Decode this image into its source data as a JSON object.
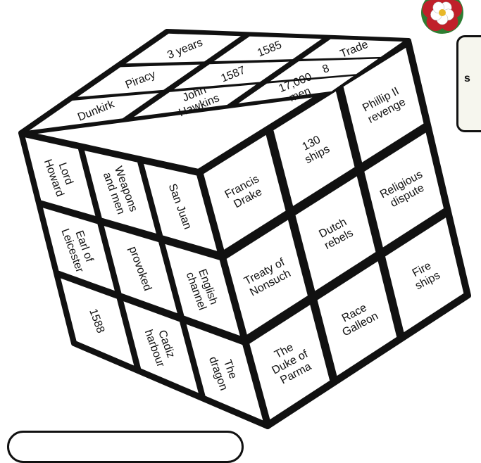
{
  "top_face": [
    {
      "lines": [
        "1585"
      ]
    },
    {
      "lines": [
        "Trade"
      ]
    },
    {
      "lines": [
        "8"
      ]
    },
    {
      "lines": [
        "3 years"
      ]
    },
    {
      "lines": [
        "1587"
      ]
    },
    {
      "lines": [
        "17,000",
        "men"
      ]
    },
    {
      "lines": [
        "Piracy"
      ]
    },
    {
      "lines": [
        "Dunkirk"
      ]
    },
    {
      "lines": [
        "John",
        "Hawkins"
      ]
    }
  ],
  "left_face": [
    {
      "lines": [
        "Lord",
        "Howard"
      ]
    },
    {
      "lines": [
        "Weapons",
        "and men"
      ]
    },
    {
      "lines": [
        "San Juan"
      ]
    },
    {
      "lines": [
        "Earl of",
        "Leicester"
      ]
    },
    {
      "lines": [
        "provoked"
      ]
    },
    {
      "lines": [
        "English",
        "channel"
      ]
    },
    {
      "lines": []
    },
    {
      "lines": [
        "1588"
      ]
    },
    {
      "lines": [
        "Cadiz",
        "harbour"
      ]
    }
  ],
  "left_bottom_right": {
    "lines": [
      "The",
      "dragon"
    ]
  },
  "right_face": [
    {
      "lines": [
        "Francis",
        "Drake"
      ]
    },
    {
      "lines": [
        "130",
        "ships"
      ]
    },
    {
      "lines": [
        "Phillip II",
        "revenge"
      ]
    },
    {
      "lines": [
        "Treaty of",
        "Nonsuch"
      ]
    },
    {
      "lines": [
        "Dutch",
        "rebels"
      ]
    },
    {
      "lines": [
        "Religious",
        "dispute"
      ]
    },
    {
      "lines": [
        "The",
        "Duke of",
        "Parma"
      ]
    },
    {
      "lines": [
        "Race",
        "Galleon"
      ]
    },
    {
      "lines": [
        "Fire",
        "ships"
      ]
    }
  ],
  "side_panel": {
    "letter": "s"
  },
  "colors": {
    "stroke": "#111111",
    "tile": "#ffffff",
    "rose_red": "#c0202a",
    "rose_green": "#2e7d32",
    "rose_gold": "#e8b82a"
  }
}
